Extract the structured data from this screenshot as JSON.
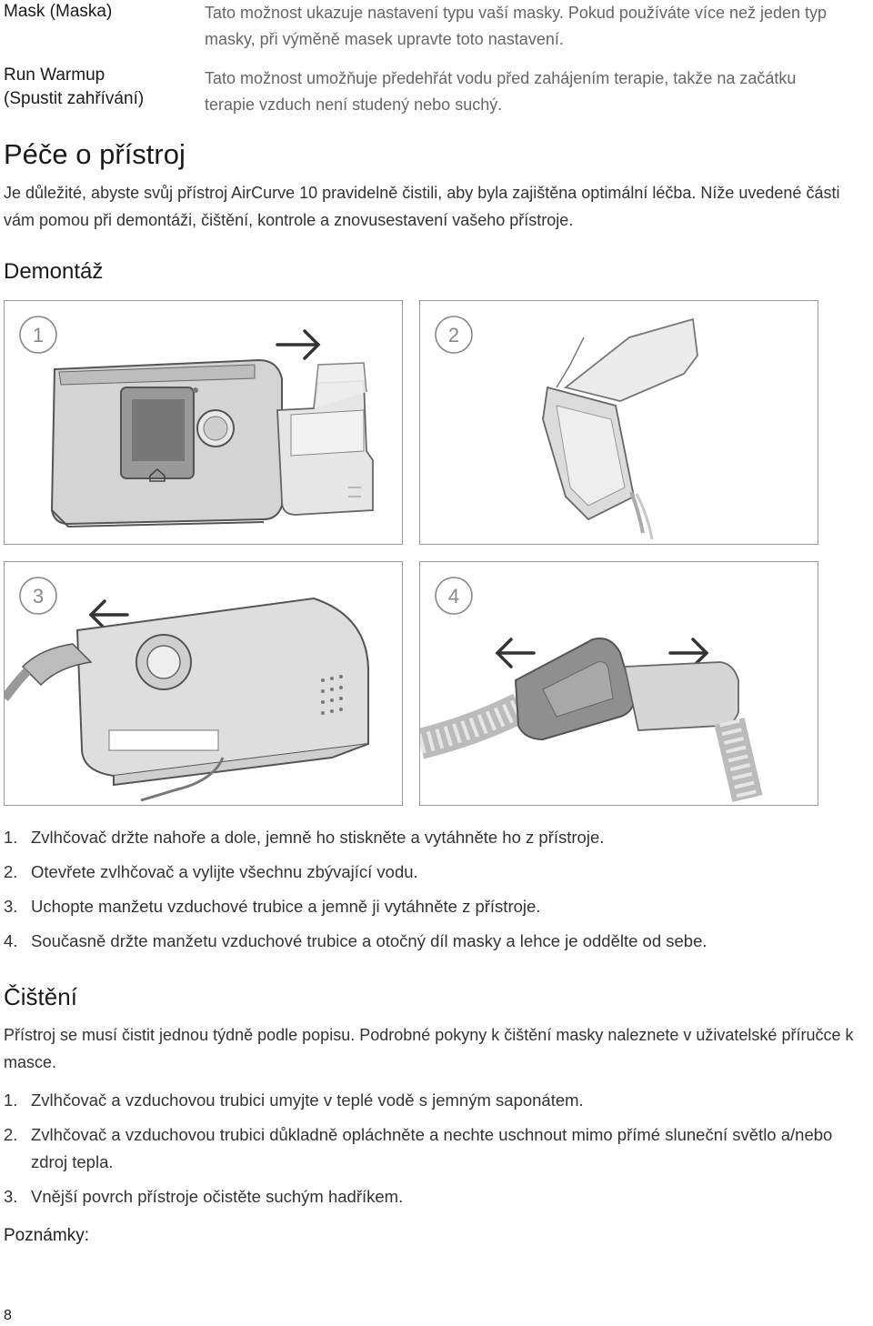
{
  "settings": [
    {
      "term": "Mask (Maska)",
      "description": "Tato možnost ukazuje nastavení typu vaší masky. Pokud používáte více než jeden typ masky, při výměně masek upravte toto nastavení."
    },
    {
      "term": "Run Warmup (Spustit zahřívání)",
      "description": "Tato možnost umožňuje předehřát vodu před zahájením terapie, takže na začátku terapie vzduch není studený nebo suchý."
    }
  ],
  "care": {
    "title": "Péče o přístroj",
    "intro": "Je důležité, abyste svůj přístroj AirCurve 10 pravidelně čistili, aby byla zajištěna optimální léčba. Níže uvedené části vám pomou při demontáži, čištění, kontrole a znovusestavení vašeho přístroje."
  },
  "disassembly": {
    "title": "Demontáž",
    "panel_numbers": [
      "1",
      "2",
      "3",
      "4"
    ],
    "steps": [
      {
        "n": "1.",
        "text": "Zvlhčovač držte nahoře a dole, jemně ho stiskněte a vytáhněte ho z přístroje."
      },
      {
        "n": "2.",
        "text": "Otevřete zvlhčovač a vylijte všechnu zbývající vodu."
      },
      {
        "n": "3.",
        "text": "Uchopte manžetu vzduchové trubice a jemně ji vytáhněte z přístroje."
      },
      {
        "n": "4.",
        "text": "Současně držte manžetu vzduchové trubice a otočný díl masky a lehce je oddělte od sebe."
      }
    ]
  },
  "cleaning": {
    "title": "Čištění",
    "intro": "Přístroj se musí čistit jednou týdně podle popisu. Podrobné pokyny k čištění masky naleznete v uživatelské příručce k masce.",
    "steps": [
      {
        "n": "1.",
        "text": "Zvlhčovač a vzduchovou trubici umyjte v teplé vodě s jemným saponátem."
      },
      {
        "n": "2.",
        "text": "Zvlhčovač a vzduchovou trubici důkladně opláchněte a nechte uschnout mimo přímé sluneční světlo a/nebo zdroj tepla."
      },
      {
        "n": "3.",
        "text": "Vnější povrch přístroje očistěte suchým hadříkem."
      }
    ]
  },
  "notes_label": "Poznámky:",
  "page_number": "8",
  "icons": [
    "circled-number-icon",
    "arrow-right-icon",
    "arrow-left-icon",
    "home-icon"
  ]
}
